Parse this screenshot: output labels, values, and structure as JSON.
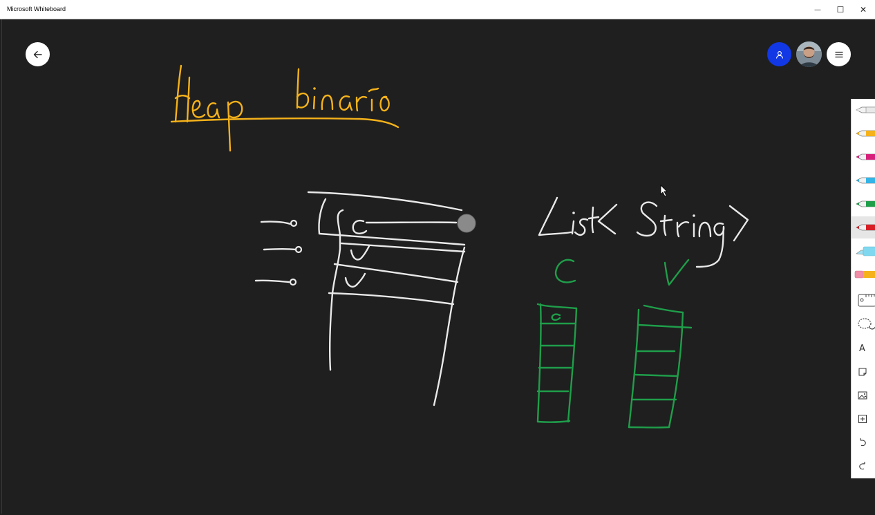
{
  "window": {
    "title": "Microsoft Whiteboard",
    "controls": {
      "minimize": "—",
      "maximize": "☐",
      "close": "✕"
    }
  },
  "header": {
    "back_icon": "arrow-left-icon",
    "share_icon": "person-icon",
    "avatar_icon": "user-avatar",
    "menu_icon": "hamburger-menu-icon",
    "share_color": "#1238e6"
  },
  "canvas": {
    "ink_colors": {
      "yellow": "#f5b21a",
      "white": "#e9e9e9",
      "green": "#1f9e4a"
    },
    "handwriting": [
      "Heap binário",
      "List< String>",
      "C",
      "V",
      "C",
      "V",
      "V",
      "C"
    ]
  },
  "toolbar": {
    "tools": [
      {
        "name": "pen-white",
        "color": "#e8e8e8"
      },
      {
        "name": "pen-yellow",
        "color": "#f5b21a"
      },
      {
        "name": "pen-magenta",
        "color": "#d6207a"
      },
      {
        "name": "pen-cyan",
        "color": "#32b4e6"
      },
      {
        "name": "pen-green",
        "color": "#1f9e4a"
      },
      {
        "name": "pen-red",
        "color": "#d81f26",
        "selected": true
      },
      {
        "name": "highlighter",
        "color": "#7fd8f0"
      },
      {
        "name": "eraser",
        "color": "#f28da8"
      }
    ],
    "ruler_icon": "ruler-icon",
    "lasso_icon": "lasso-icon",
    "text_icon": "A",
    "note_icon": "sticky-note-icon",
    "image_icon": "image-icon",
    "add_icon": "add-icon",
    "undo_icon": "undo-icon",
    "redo_icon": "redo-icon"
  }
}
